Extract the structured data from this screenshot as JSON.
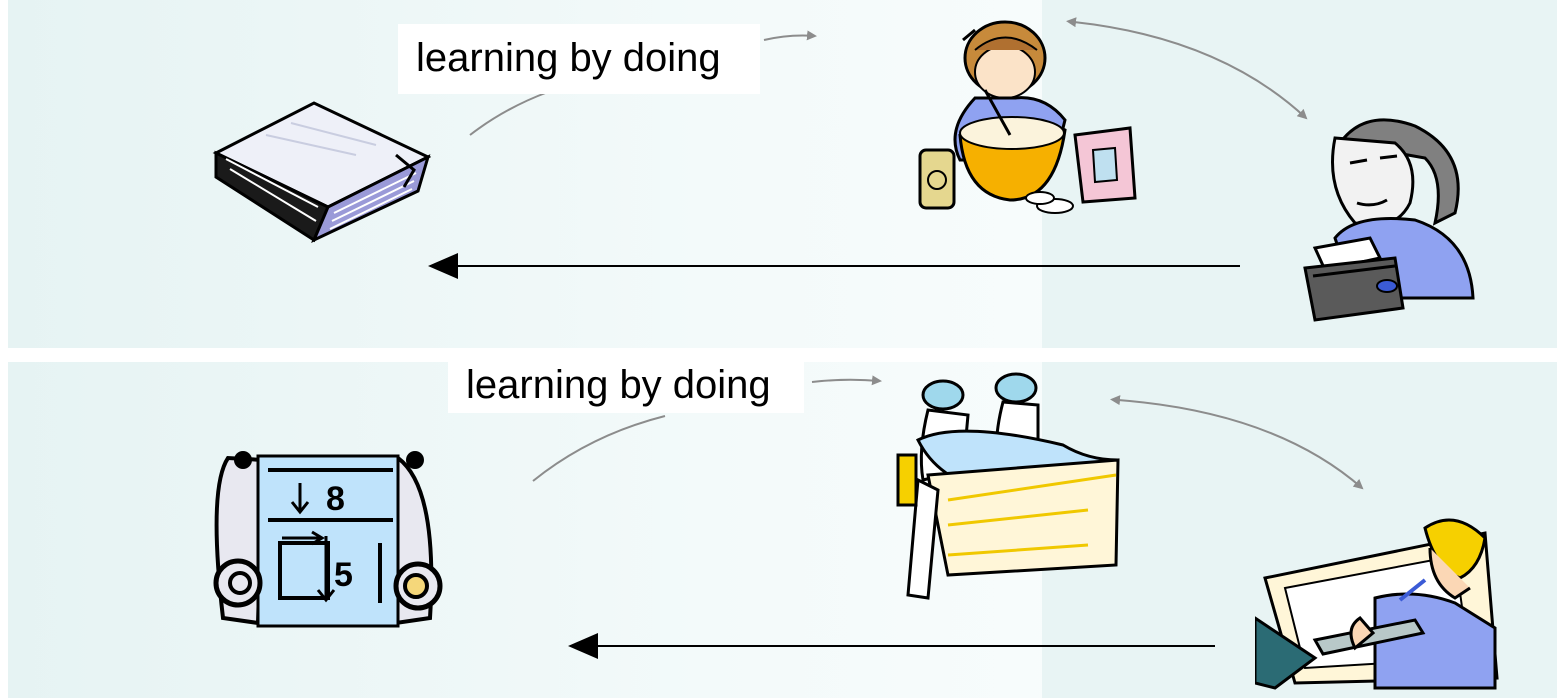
{
  "rows": [
    {
      "label": "learning by doing",
      "icons": [
        "book-icon",
        "child-baking-icon",
        "typist-woman-icon"
      ]
    },
    {
      "label": "learning by doing",
      "icons": [
        "blueprint-scroll-icon",
        "builders-reading-plans-icon",
        "architect-drafting-icon"
      ]
    }
  ],
  "blueprint": {
    "dim_top": "8",
    "dim_side": "5"
  },
  "colors": {
    "panel": "#e6f3f3",
    "arrow_gray": "#8c8c8c",
    "arrow_black": "#000000",
    "book_cover": "#e6e9f7",
    "book_pages": "#9a9ad8",
    "bowl": "#f6b000",
    "sweater": "#8fa2f1",
    "blueprint": "#bfe3fb"
  }
}
